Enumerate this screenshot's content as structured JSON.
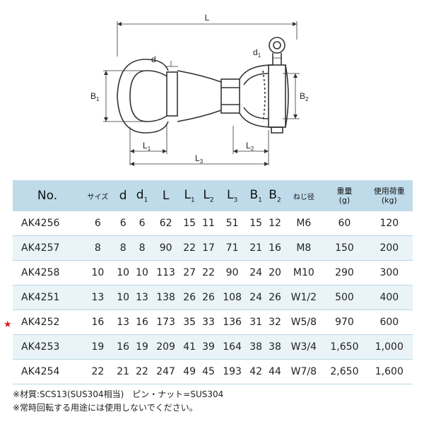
{
  "diagram": {
    "labels": {
      "L": "L",
      "d": "d",
      "d1_main": "d",
      "d1_sub": "1",
      "B1_main": "B",
      "B1_sub": "1",
      "B2_main": "B",
      "B2_sub": "2",
      "L1_main": "L",
      "L1_sub": "1",
      "L2_main": "L",
      "L2_sub": "2",
      "L3_main": "L",
      "L3_sub": "3"
    }
  },
  "table": {
    "headers": {
      "no": "No.",
      "size": "サイズ",
      "d": "d",
      "d1": "d",
      "d1_sub": "1",
      "L": "L",
      "L1": "L",
      "L1_sub": "1",
      "L2": "L",
      "L2_sub": "2",
      "L3": "L",
      "L3_sub": "3",
      "B1": "B",
      "B1_sub": "1",
      "B2": "B",
      "B2_sub": "2",
      "thread": "ねじ径",
      "weight": "重量",
      "weight_unit": "(g)",
      "load": "使用荷重",
      "load_unit": "(kg)"
    },
    "rows": [
      {
        "code": "AK4256",
        "size": "6",
        "d": "6",
        "d1": "6",
        "L": "62",
        "L1": "15",
        "L2": "11",
        "L3": "51",
        "B1": "15",
        "B2": "12",
        "thread": "M6",
        "weight": "60",
        "load": "120"
      },
      {
        "code": "AK4257",
        "size": "8",
        "d": "8",
        "d1": "8",
        "L": "90",
        "L1": "22",
        "L2": "17",
        "L3": "71",
        "B1": "21",
        "B2": "16",
        "thread": "M8",
        "weight": "150",
        "load": "200"
      },
      {
        "code": "AK4258",
        "size": "10",
        "d": "10",
        "d1": "10",
        "L": "113",
        "L1": "27",
        "L2": "22",
        "L3": "90",
        "B1": "24",
        "B2": "20",
        "thread": "M10",
        "weight": "290",
        "load": "300"
      },
      {
        "code": "AK4251",
        "size": "13",
        "d": "10",
        "d1": "13",
        "L": "138",
        "L1": "26",
        "L2": "26",
        "L3": "108",
        "B1": "24",
        "B2": "26",
        "thread": "W1/2",
        "weight": "500",
        "load": "400"
      },
      {
        "code": "AK4252",
        "size": "16",
        "d": "13",
        "d1": "16",
        "L": "173",
        "L1": "35",
        "L2": "33",
        "L3": "136",
        "B1": "31",
        "B2": "32",
        "thread": "W5/8",
        "weight": "970",
        "load": "600"
      },
      {
        "code": "AK4253",
        "size": "19",
        "d": "16",
        "d1": "19",
        "L": "209",
        "L1": "41",
        "L2": "39",
        "L3": "164",
        "B1": "38",
        "B2": "38",
        "thread": "W3/4",
        "weight": "1,650",
        "load": "1,000"
      },
      {
        "code": "AK4254",
        "size": "22",
        "d": "21",
        "d1": "22",
        "L": "247",
        "L1": "49",
        "L2": "45",
        "L3": "193",
        "B1": "42",
        "B2": "44",
        "thread": "W7/8",
        "weight": "2,650",
        "load": "1,600"
      }
    ],
    "star": "★"
  },
  "notes": [
    "※材質:SCS13(SUS304相当)　ピン・ナット=SUS304",
    "※常時回転する用途には使用しないでください。"
  ]
}
